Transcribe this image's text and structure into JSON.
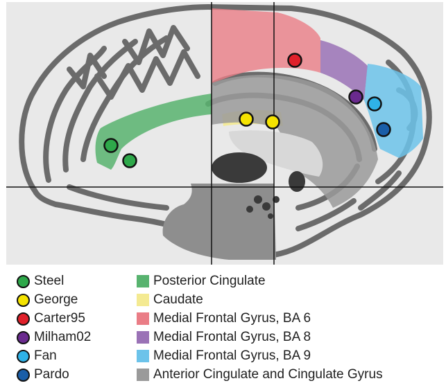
{
  "figure": {
    "study_markers": [
      {
        "study": "Steel",
        "color": "#2ea84a"
      },
      {
        "study": "Steel",
        "color": "#2ea84a"
      },
      {
        "study": "George",
        "color": "#f5e300"
      },
      {
        "study": "George",
        "color": "#f5e300"
      },
      {
        "study": "Carter95",
        "color": "#e0202a"
      },
      {
        "study": "Milham02",
        "color": "#6a2a8e"
      },
      {
        "study": "Fan",
        "color": "#2fb2e8"
      },
      {
        "study": "Pardo",
        "color": "#1a5ea8"
      }
    ]
  },
  "legend": {
    "studies": [
      {
        "label": "Steel",
        "color": "#2ea84a"
      },
      {
        "label": "George",
        "color": "#f5e300"
      },
      {
        "label": "Carter95",
        "color": "#e0202a"
      },
      {
        "label": "Milham02",
        "color": "#6a2a8e"
      },
      {
        "label": "Fan",
        "color": "#2fb2e8"
      },
      {
        "label": "Pardo",
        "color": "#1a5ea8"
      }
    ],
    "regions": [
      {
        "label": "Posterior Cingulate",
        "color": "#58b36f"
      },
      {
        "label": "Caudate",
        "color": "#f4ea92"
      },
      {
        "label": "Medial Frontal Gyrus, BA 6",
        "color": "#ea7d86"
      },
      {
        "label": "Medial Frontal Gyrus, BA 8",
        "color": "#9a72b6"
      },
      {
        "label": "Medial Frontal Gyrus, BA 9",
        "color": "#6cc3ea"
      },
      {
        "label": "Anterior Cingulate and Cingulate Gyrus",
        "color": "#9a9a9a"
      }
    ]
  }
}
